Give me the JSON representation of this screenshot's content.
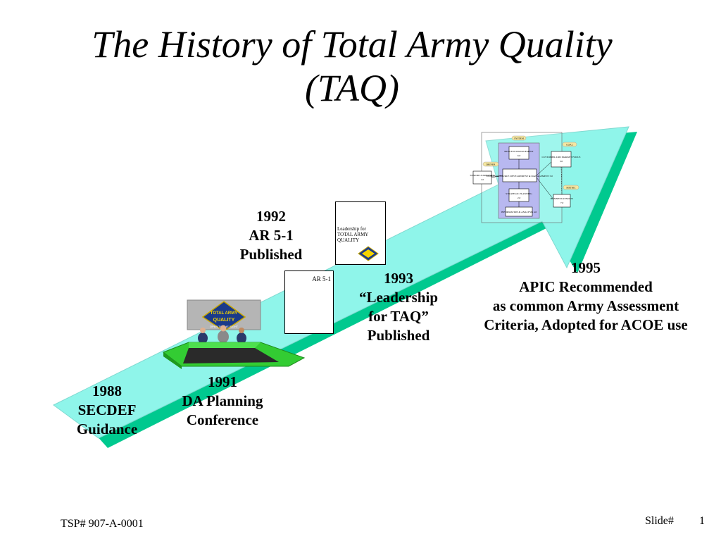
{
  "title": {
    "line1": "The History of Total Army Quality",
    "line2": "(TAQ)"
  },
  "milestones": {
    "m1988": {
      "year": "1988",
      "line1": "SECDEF",
      "line2": "Guidance"
    },
    "m1991": {
      "year": "1991",
      "line1": "DA Planning",
      "line2": "Conference"
    },
    "m1992": {
      "year": "1992",
      "line1": "AR 5-1",
      "line2": "Published"
    },
    "m1993": {
      "year": "1993",
      "line1": "“Leadership",
      "line2": "for TAQ”",
      "line3": "Published"
    },
    "m1995": {
      "year": "1995",
      "line1": "APIC Recommended",
      "line2": "as common Army Assessment",
      "line3": "Criteria, Adopted for ACOE use"
    }
  },
  "documents": {
    "ar51": "AR 5-1",
    "leadership_line1": "Leadership for",
    "leadership_line2": "TOTAL ARMY QUALITY"
  },
  "conference_banner": {
    "line1": "TOTAL ARMY",
    "line2": "QUALITY",
    "line3": "OPEN TO THE SIGHT"
  },
  "diagram": {
    "system": "SYSTEM",
    "goal": "GOAL",
    "driver": "DRIVER",
    "metric": "METRIC",
    "senior_leadership": "SENIOR LEADERSHIP",
    "senior_leadership_num": "1.0",
    "process_management": "PROCESS MANAGEMENT",
    "process_management_num": "6.0",
    "human_resource": "HUMAN RESOURCE DEVELOPMENT & MANAGEMENT 5.0",
    "strategic_planning": "STRATEGIC PLANNING",
    "strategic_planning_num": "2.0",
    "information": "INFORMATION & ANALYSIS 4.0",
    "customer_focus": "CUSTOMER AND MARKET FOCUS",
    "customer_focus_num": "3.0",
    "business_results": "BUSINESS RESULTS",
    "business_results_num": "7.0"
  },
  "footer": {
    "tsp": "TSP# 907-A-0001",
    "slide_label": "Slide#",
    "slide_number": "1"
  },
  "colors": {
    "arrow_fill": "#8ff5ea",
    "arrow_shadow": "#00c98f",
    "table_green": "#33cc33",
    "diagram_panel": "#b8b8f0"
  }
}
